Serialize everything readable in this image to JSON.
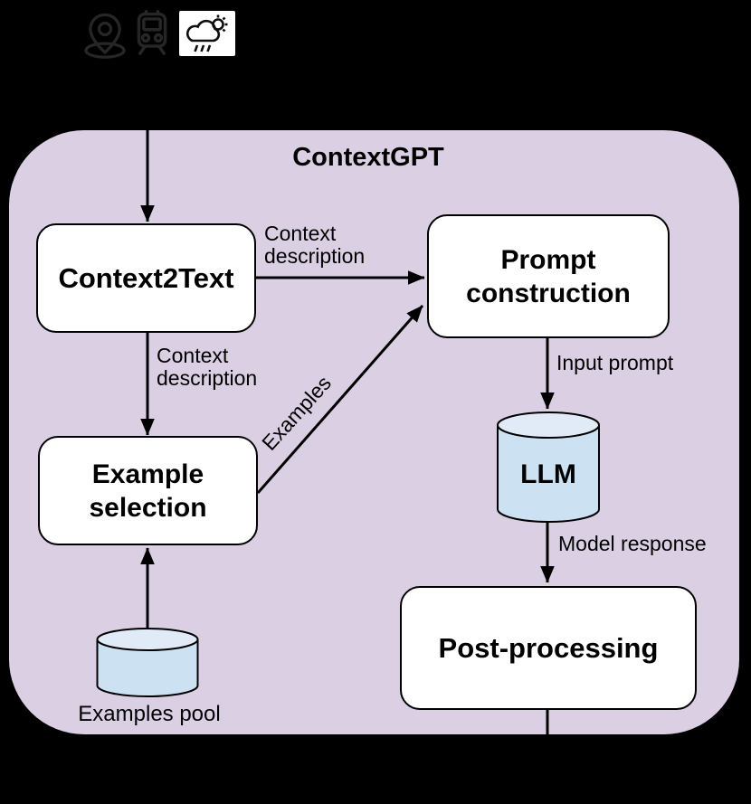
{
  "figure": {
    "title": "ContextGPT"
  },
  "icons": [
    {
      "name": "location-pin-icon"
    },
    {
      "name": "train-icon"
    },
    {
      "name": "cloud-sun-rain-icon"
    }
  ],
  "nodes": {
    "context2text": {
      "label": "Context2Text"
    },
    "prompt_construction": {
      "line1": "Prompt",
      "line2": "construction"
    },
    "example_selection": {
      "line1": "Example",
      "line2": "selection"
    },
    "llm": {
      "label": "LLM"
    },
    "post_processing": {
      "label": "Post-processing"
    },
    "examples_pool": {
      "label": "Examples pool"
    }
  },
  "edge_labels": {
    "ctx_desc_right": {
      "line1": "Context",
      "line2": "description"
    },
    "ctx_desc_down": {
      "line1": "Context",
      "line2": "description"
    },
    "examples": "Examples",
    "input_prompt": "Input prompt",
    "model_response": "Model response"
  },
  "colors": {
    "background": "#000000",
    "container_fill": "#DBD0E3",
    "node_fill": "#FFFFFF",
    "stroke": "#000000",
    "cylinder_body": "#CCE1F2",
    "cylinder_top": "#E0EBF7"
  }
}
